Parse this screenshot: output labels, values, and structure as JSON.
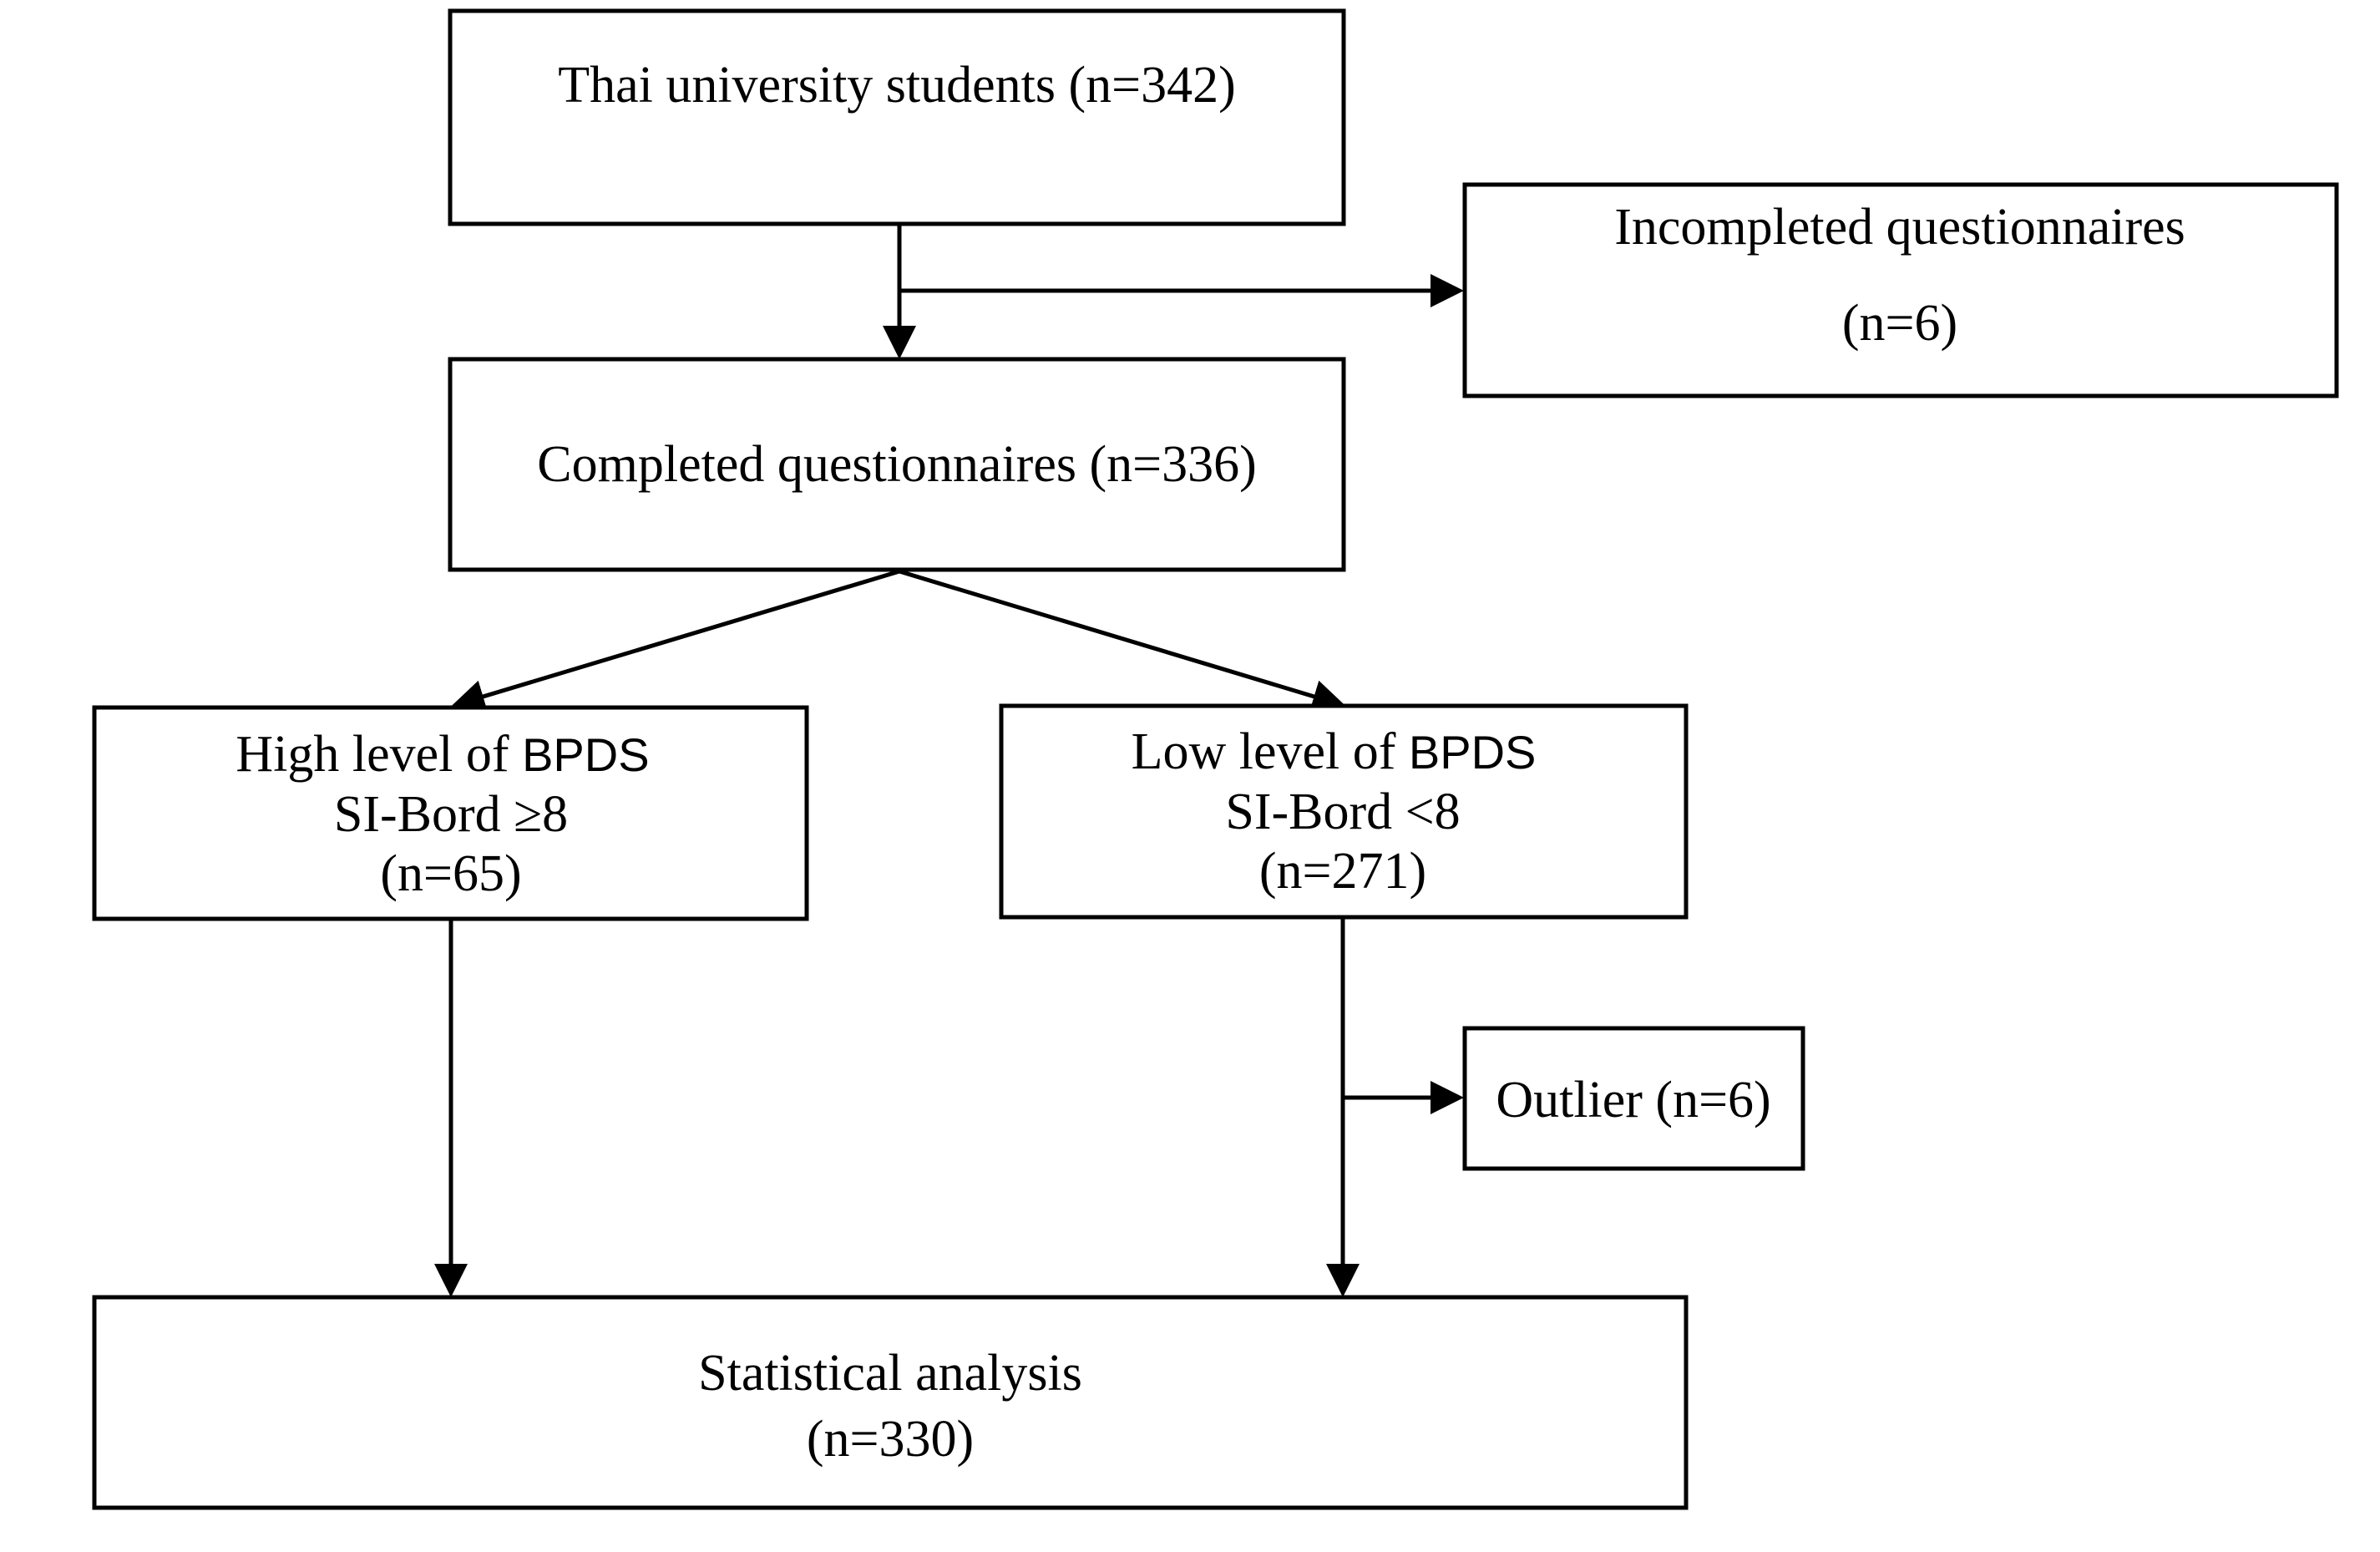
{
  "boxes": {
    "thai_students": {
      "label": "Thai university students",
      "count": "(n=342)"
    },
    "incompleted": {
      "line1": "Incompleted questionnaires",
      "line2": "(n=6)"
    },
    "completed": {
      "label": "Completed questionnaires (n=336)"
    },
    "high_bpds": {
      "line1_serif": "High level of ",
      "line1_sans": "BPDS",
      "line2": "SI-Bord ≥8",
      "line3": "(n=65)"
    },
    "low_bpds": {
      "line1_serif": "Low level of ",
      "line1_sans": "BPDS",
      "line2": "SI-Bord <8",
      "line3": "(n=271)"
    },
    "outlier": {
      "label": "Outlier (n=6)"
    },
    "statistical": {
      "line1": "Statistical analysis",
      "line2": "(n=330)"
    }
  }
}
